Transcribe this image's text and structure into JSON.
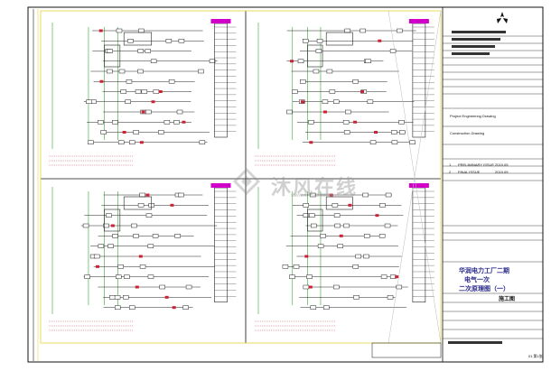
{
  "sheet": {
    "colors": {
      "border": "#111111",
      "wire_green": "#2fa82f",
      "wire_dark": "#222222",
      "wire_red": "#cc2233",
      "panel_magenta": "#d000c8",
      "accent_yellow": "#e8d23a",
      "crosshair": "#bbbbbb"
    }
  },
  "title_block": {
    "project_line": "Project Engineering Drawing",
    "stage_line": "Construction Drawing",
    "revision_rows": [
      {
        "label": "1",
        "desc": "PRELIMINARY ISSUE",
        "date": "2015.05"
      },
      {
        "label": "2",
        "desc": "FINAL ISSUE",
        "date": "2015.09"
      }
    ],
    "project_name_cn": "华润电力工厂二期",
    "subtitle_cn": "电气一次",
    "drawing_title_cn": "二次原理图（一）",
    "stage_cn": "施工图",
    "sheet_no": "01 第1张"
  },
  "watermark": {
    "text": "沐风在线",
    "subtext": "www.mfcad.com"
  },
  "icons": {
    "logo": "company-logo-icon"
  }
}
